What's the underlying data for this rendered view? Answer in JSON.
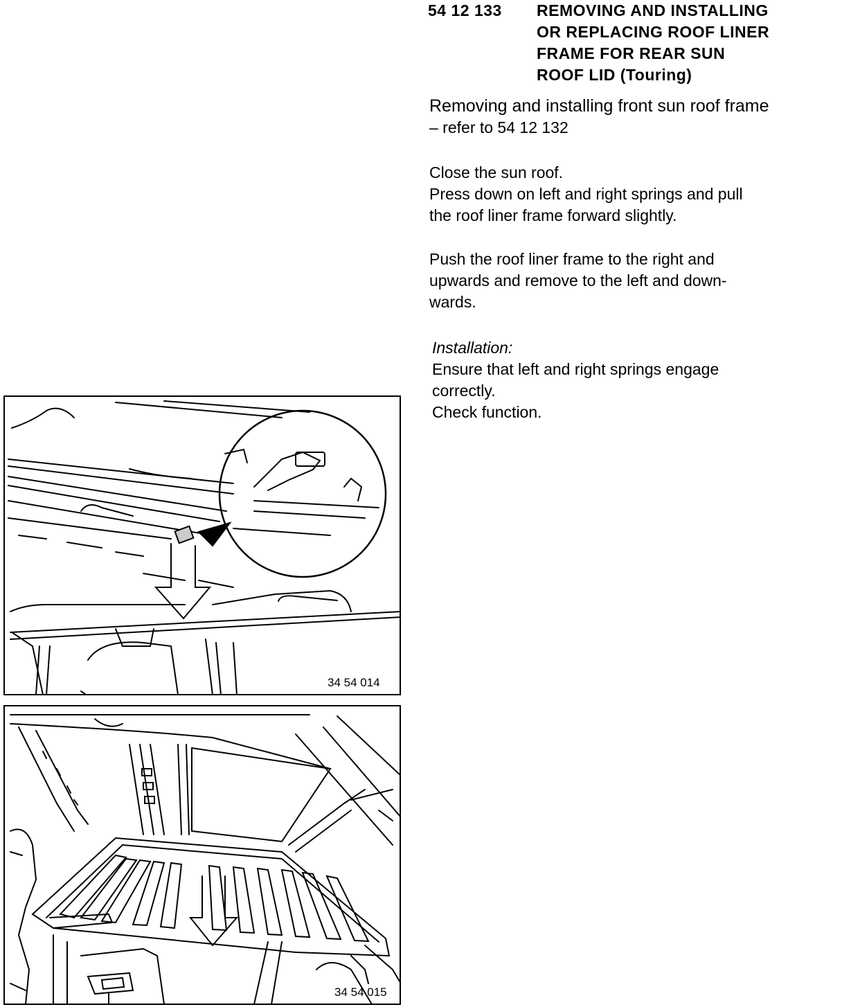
{
  "heading": {
    "number": "54 12 133",
    "title_lines": [
      "REMOVING AND INSTALLING",
      "OR REPLACING ROOF LINER",
      "FRAME FOR REAR SUN",
      "ROOF LID (Touring)"
    ]
  },
  "intro": {
    "lines": [
      "Removing and installing front sun roof frame",
      "– refer to 54 12 132"
    ]
  },
  "step1": {
    "lines": [
      "Close the sun roof.",
      "Press down on left and right springs and pull",
      "the roof liner frame forward slightly."
    ]
  },
  "step2": {
    "lines": [
      "Push the roof liner frame to the right and",
      "upwards and remove to the left and down-",
      "wards."
    ]
  },
  "installation": {
    "label": "Installation:",
    "lines": [
      "Ensure that left and right springs engage",
      "correctly.",
      "Check function."
    ]
  },
  "figures": [
    {
      "code": "34 54 014"
    },
    {
      "code": "34 54 015"
    }
  ]
}
